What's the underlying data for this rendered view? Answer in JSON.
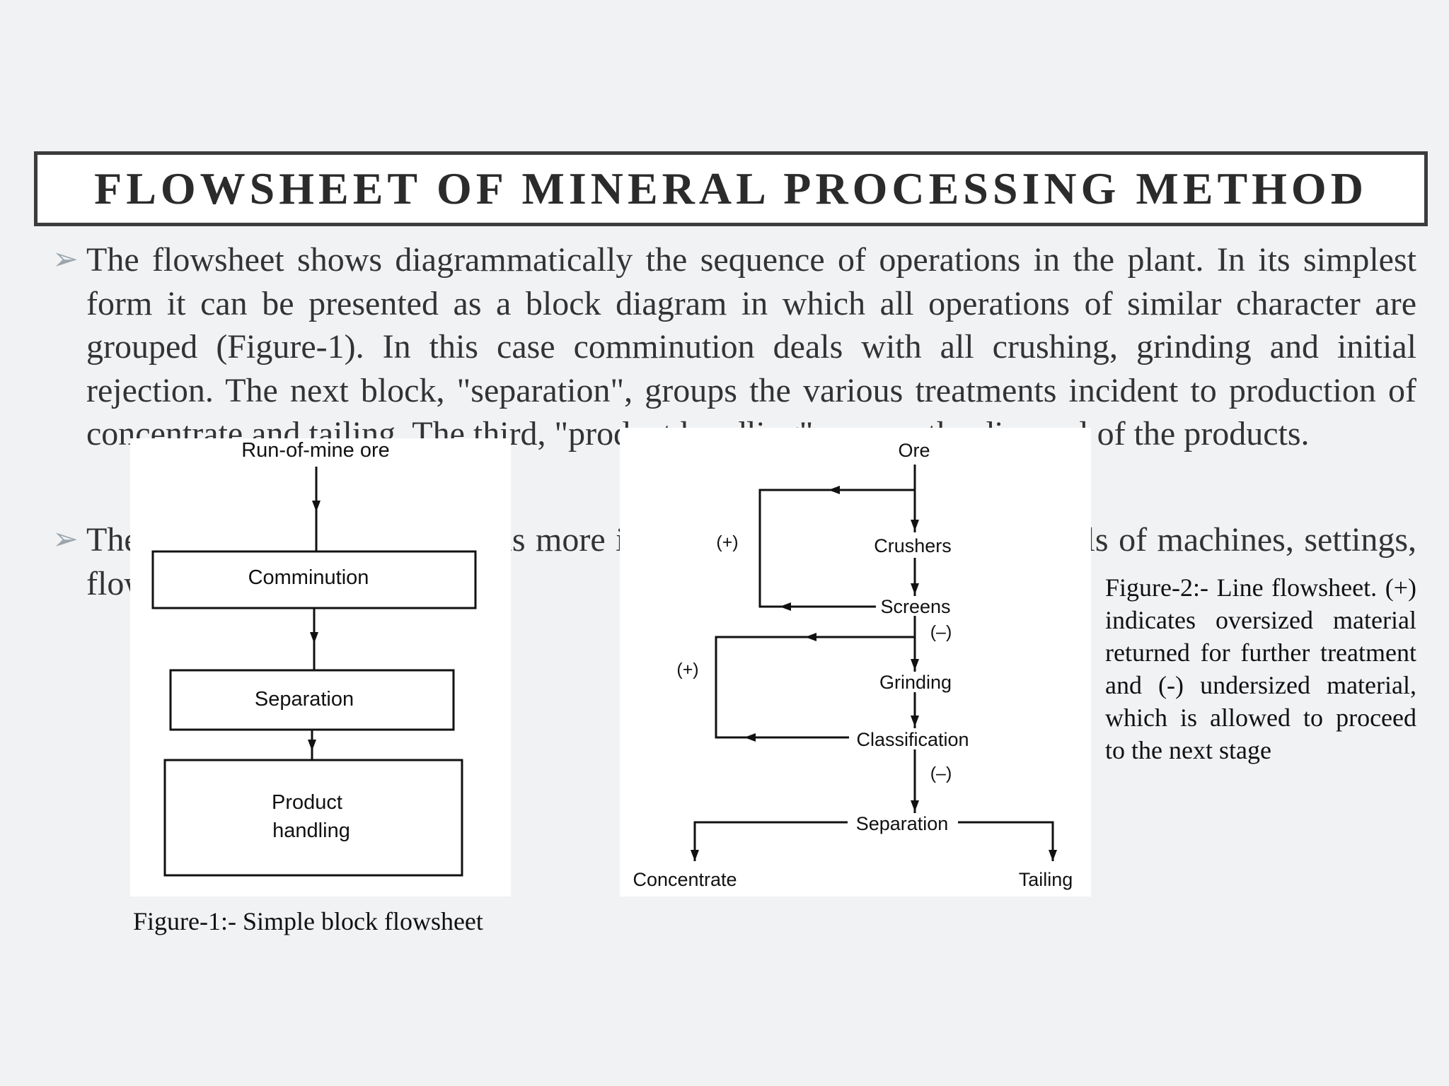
{
  "title": "FLOWSHEET OF MINERAL PROCESSING METHOD",
  "bullets": [
    "The flowsheet shows diagrammatically the sequence of operations in the plant. In its simplest form it can be presented as a block diagram in which all operations of similar character are grouped (Figure-1). In this case comminution deals with all crushing, grinding and initial rejection. The next block, \"separation\", groups the various treatments incident to production of concentrate and tailing. The third, \"product handling\", covers the disposal of the products.",
    "The line flowsheet (Figure-2) is more informative, and can include details of machines, settings, flowrates, etc."
  ],
  "figure1": {
    "input_label": "Run-of-mine ore",
    "blocks": [
      "Comminution",
      "Separation",
      "Product",
      "handling"
    ],
    "caption": "Figure-1:- Simple block flowsheet"
  },
  "figure2": {
    "nodes": {
      "ore": "Ore",
      "crushers": "Crushers",
      "screens": "Screens",
      "grinding": "Grinding",
      "classification": "Classification",
      "separation": "Separation",
      "concentrate": "Concentrate",
      "tailing": "Tailing"
    },
    "oversize_marker": "(+)",
    "undersize_marker": "(–)",
    "caption": "Figure-2:- Line flowsheet. (+) indicates oversized material returned for further treatment and (-) undersized material, which is allowed to proceed to the next stage"
  },
  "colors": {
    "border": "#3c3c3c",
    "bullet": "#9aa5ad",
    "background": "#f1f2f4"
  }
}
